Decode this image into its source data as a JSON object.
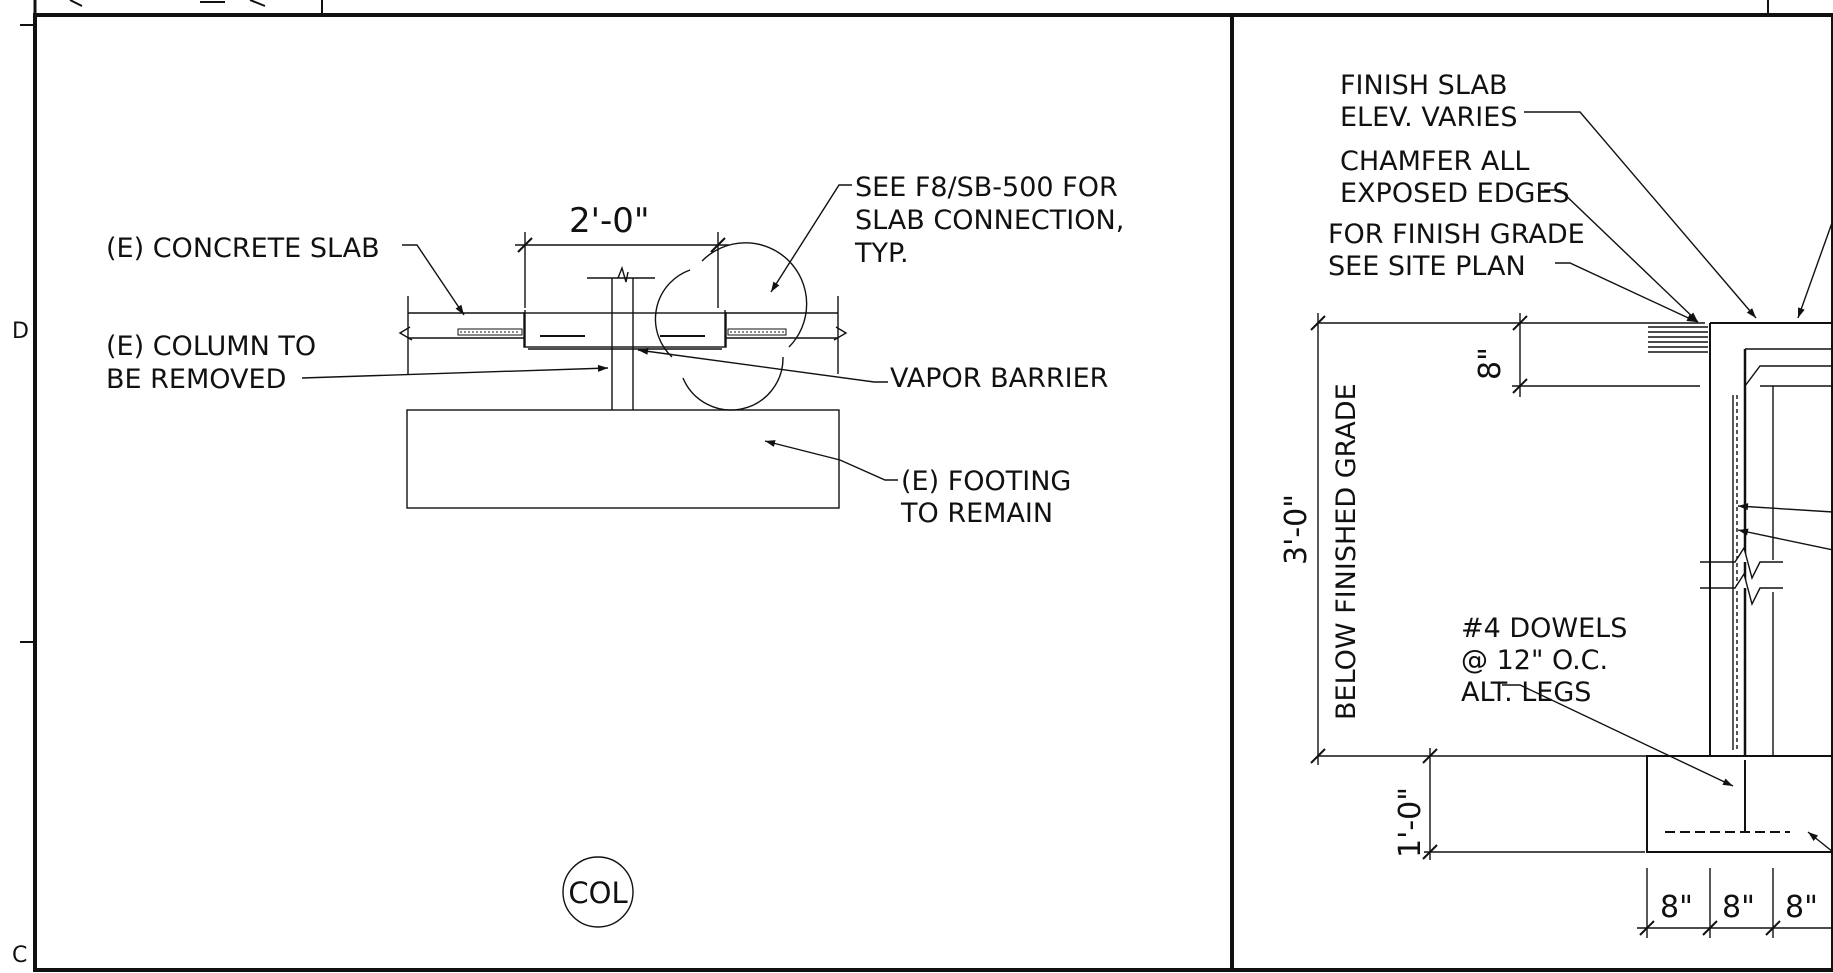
{
  "border": {
    "zone_d": "D",
    "zone_c": "C"
  },
  "left_detail": {
    "dimension_width": "2'-0\"",
    "labels": {
      "concrete_slab": "(E) CONCRETE SLAB",
      "column_line1": "(E) COLUMN TO",
      "column_line2": "BE REMOVED",
      "see_line1": "SEE F8/SB-500 FOR",
      "see_line2": "SLAB CONNECTION,",
      "see_line3": "TYP.",
      "vapor_barrier": "VAPOR BARRIER",
      "footing_line1": "(E) FOOTING",
      "footing_line2": "TO REMAIN"
    },
    "tag": "COL"
  },
  "right_detail": {
    "labels": {
      "finish_slab_1": "FINISH SLAB",
      "finish_slab_2": "ELEV. VARIES",
      "chamfer_1": "CHAMFER ALL",
      "chamfer_2": "EXPOSED EDGES",
      "finish_grade_1": "FOR FINISH GRADE",
      "finish_grade_2": "SEE SITE PLAN",
      "dowels_1": "#4 DOWELS",
      "dowels_2": "@ 12\" O.C.",
      "dowels_3": "ALT. LEGS",
      "below_grade": "BELOW FINISHED GRADE"
    },
    "dimensions": {
      "slab_thickness": "8\"",
      "depth": "3'-0\"",
      "footing_depth": "1'-0\"",
      "bottom_1": "8\"",
      "bottom_2": "8\"",
      "bottom_3": "8\""
    }
  }
}
